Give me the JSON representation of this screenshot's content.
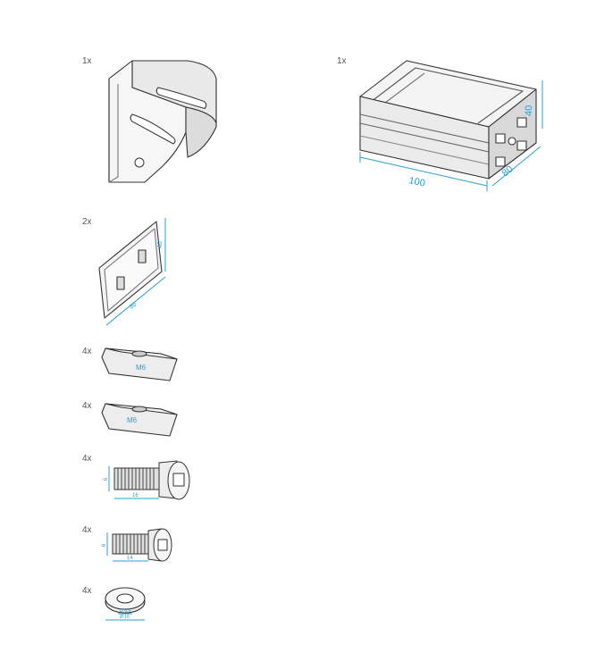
{
  "parts": [
    {
      "id": "angle-bracket",
      "qty": "1x"
    },
    {
      "id": "aluminium-profile",
      "qty": "1x",
      "dims": {
        "length": "100",
        "width": "80",
        "height": "40"
      }
    },
    {
      "id": "end-cap",
      "qty": "2x",
      "dims": {
        "height": "40",
        "width": "80"
      }
    },
    {
      "id": "slot-nut-a",
      "qty": "4x",
      "label": "M6"
    },
    {
      "id": "slot-nut-b",
      "qty": "4x",
      "label": "M6"
    },
    {
      "id": "bolt-long",
      "qty": "4x",
      "dims": {
        "diameter": "6",
        "length": "16"
      }
    },
    {
      "id": "bolt-short",
      "qty": "4x",
      "dims": {
        "diameter": "6",
        "length": "14"
      }
    },
    {
      "id": "washer",
      "qty": "4x",
      "dims": {
        "inner": "Ø 6.4",
        "outer": "Ø 16"
      }
    }
  ],
  "colors": {
    "outline": "#333333",
    "dimension": "#2a9fd6",
    "metal": "#e6e6e6",
    "shade": "#bdbdbd"
  }
}
